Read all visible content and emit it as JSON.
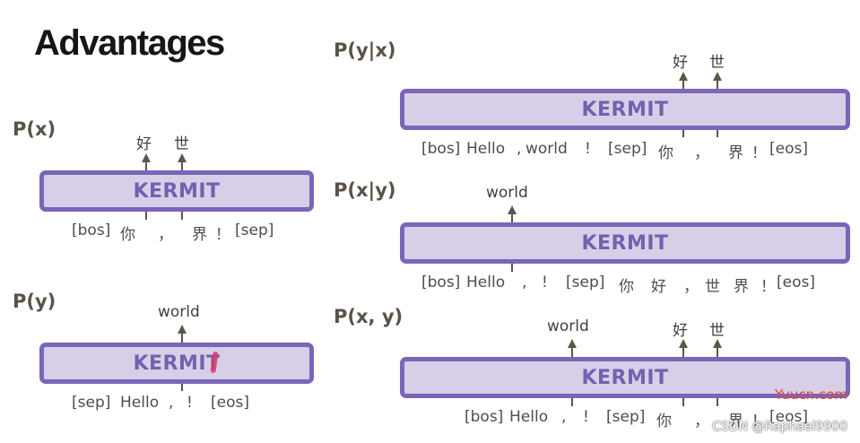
{
  "slide": {
    "title": "Advantages",
    "model_name": "KERMIT"
  },
  "panels": {
    "px": {
      "label": "P(x)",
      "inputs": [
        "[bos]",
        "你",
        "，",
        "界",
        "！",
        "[sep]"
      ],
      "outputs": [
        "好",
        "世"
      ]
    },
    "py": {
      "label": "P(y)",
      "inputs": [
        "[sep]",
        "Hello",
        ",",
        "!",
        "[eos]"
      ],
      "outputs": [
        "world"
      ]
    },
    "pyx": {
      "label": "P(y|x)",
      "inputs": [
        "[bos]",
        "Hello",
        ",",
        "world",
        "!",
        "[sep]",
        "你",
        "，",
        "界",
        "！",
        "[eos]"
      ],
      "outputs": [
        "好",
        "世"
      ]
    },
    "pxy": {
      "label": "P(x|y)",
      "inputs": [
        "[bos]",
        "Hello",
        ",",
        "!",
        "[sep]",
        "你",
        "好",
        "，",
        "世",
        "界",
        "！",
        "[eos]"
      ],
      "outputs": [
        "world"
      ]
    },
    "pjoint": {
      "label": "P(x, y)",
      "inputs": [
        "[bos]",
        "Hello",
        ",",
        "!",
        "[sep]",
        "你",
        "，",
        "界",
        "！",
        "[eos]"
      ],
      "outputs": [
        "world",
        "好",
        "世"
      ]
    }
  },
  "watermarks": {
    "site": "Yuucn.com",
    "author": "CSDN @Raphael9900"
  }
}
